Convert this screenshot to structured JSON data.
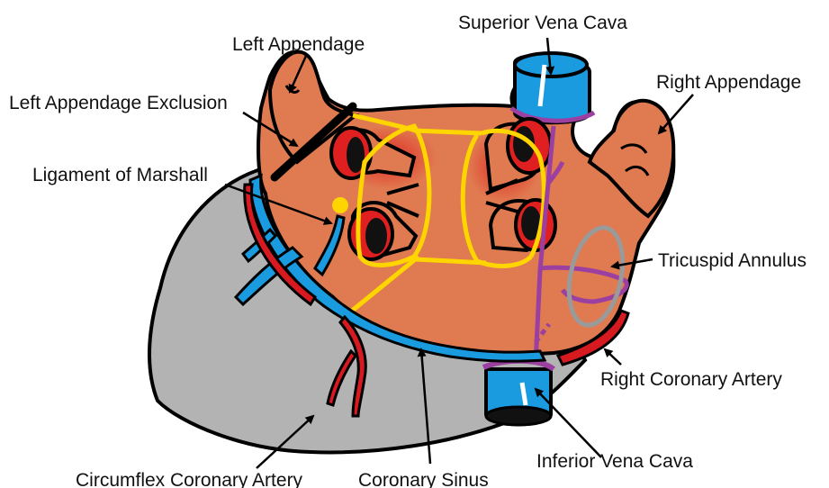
{
  "labels": {
    "superior_vena_cava": "Superior Vena Cava",
    "left_appendage": "Left Appendage",
    "right_appendage": "Right Appendage",
    "left_appendage_exclusion": "Left Appendage Exclusion",
    "ligament_of_marshall": "Ligament of Marshall",
    "tricuspid_annulus": "Tricuspid Annulus",
    "right_coronary_artery": "Right Coronary Artery",
    "inferior_vena_cava": "Inferior Vena Cava",
    "circumflex_coronary_artery": "Circumflex Coronary Artery",
    "coronary_sinus": "Coronary Sinus"
  },
  "colors": {
    "atria": "#e07a50",
    "ventricle": "#b3b3b3",
    "vein_blue": "#1a9be0",
    "artery_red": "#d71920",
    "lesion_yellow": "#ffd500",
    "lesion_purple": "#9b3fa0",
    "outline": "#000000"
  }
}
